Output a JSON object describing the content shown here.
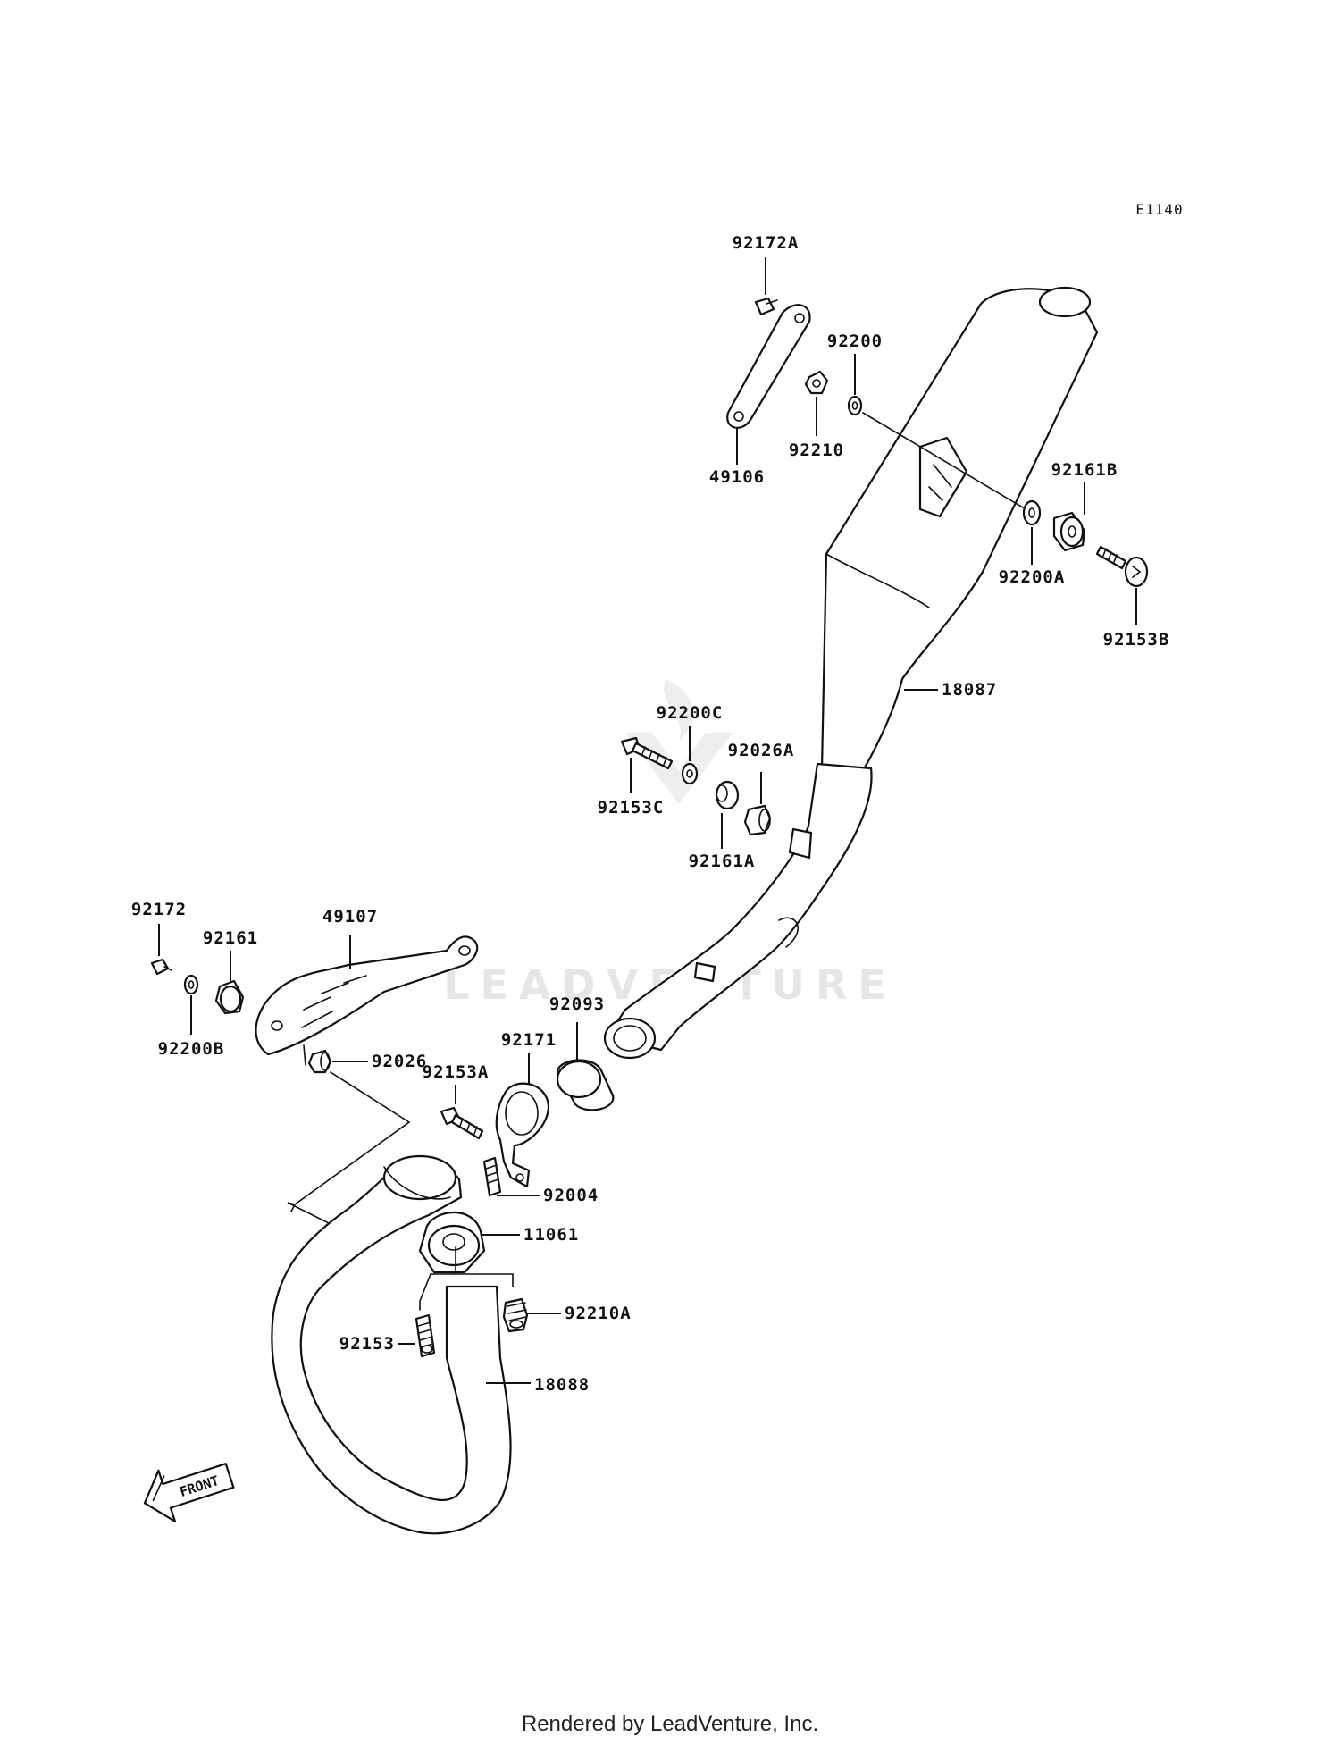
{
  "diagram_code": "E1140",
  "watermark": "LEADVENTURE",
  "front_arrow_label": "FRONT",
  "footer_text": "Rendered by LeadVenture, Inc.",
  "parts": [
    {
      "id": "92172A",
      "label": "92172A"
    },
    {
      "id": "92200",
      "label": "92200"
    },
    {
      "id": "92210",
      "label": "92210"
    },
    {
      "id": "49106",
      "label": "49106"
    },
    {
      "id": "92161B",
      "label": "92161B"
    },
    {
      "id": "92200A",
      "label": "92200A"
    },
    {
      "id": "92153B",
      "label": "92153B"
    },
    {
      "id": "18087",
      "label": "18087"
    },
    {
      "id": "92200C",
      "label": "92200C"
    },
    {
      "id": "92026A",
      "label": "92026A"
    },
    {
      "id": "92153C",
      "label": "92153C"
    },
    {
      "id": "92161A",
      "label": "92161A"
    },
    {
      "id": "92172",
      "label": "92172"
    },
    {
      "id": "92161",
      "label": "92161"
    },
    {
      "id": "49107",
      "label": "49107"
    },
    {
      "id": "92200B",
      "label": "92200B"
    },
    {
      "id": "92026",
      "label": "92026"
    },
    {
      "id": "92093",
      "label": "92093"
    },
    {
      "id": "92171",
      "label": "92171"
    },
    {
      "id": "92153A",
      "label": "92153A"
    },
    {
      "id": "92004",
      "label": "92004"
    },
    {
      "id": "11061",
      "label": "11061"
    },
    {
      "id": "92210A",
      "label": "92210A"
    },
    {
      "id": "92153",
      "label": "92153"
    },
    {
      "id": "18088",
      "label": "18088"
    }
  ]
}
